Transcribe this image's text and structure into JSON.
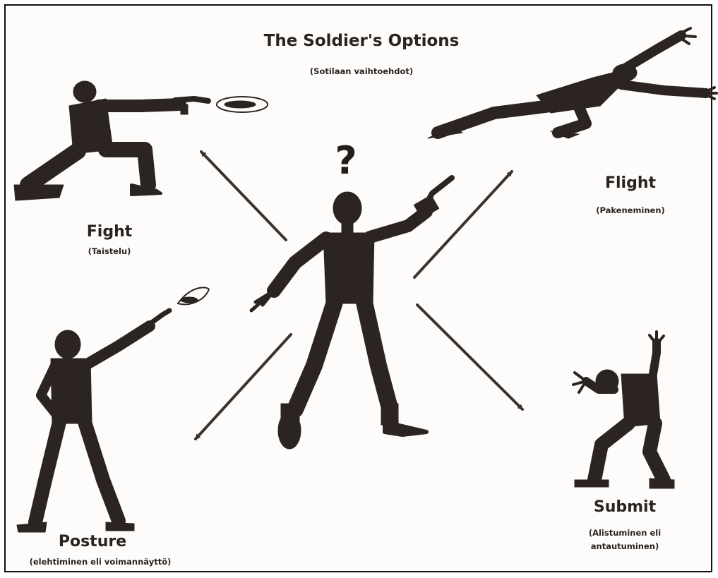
{
  "title": "The Soldier's Options",
  "subtitle": "(Sotilaan vaihtoehdot)",
  "center": {
    "symbol": "?"
  },
  "options": {
    "fight": {
      "label": "Fight",
      "translation": "(Taistelu)"
    },
    "flight": {
      "label": "Flight",
      "translation": "(Pakeneminen)"
    },
    "posture": {
      "label": "Posture",
      "translation": "(elehtiminen eli voimannäyttö)"
    },
    "submit": {
      "label": "Submit",
      "translation_line1": "(Alistuminen eli",
      "translation_line2": "antautuminen)"
    }
  },
  "colors": {
    "ink": "#2a2421",
    "background": "#fdfcfb",
    "frame": "#111111"
  }
}
